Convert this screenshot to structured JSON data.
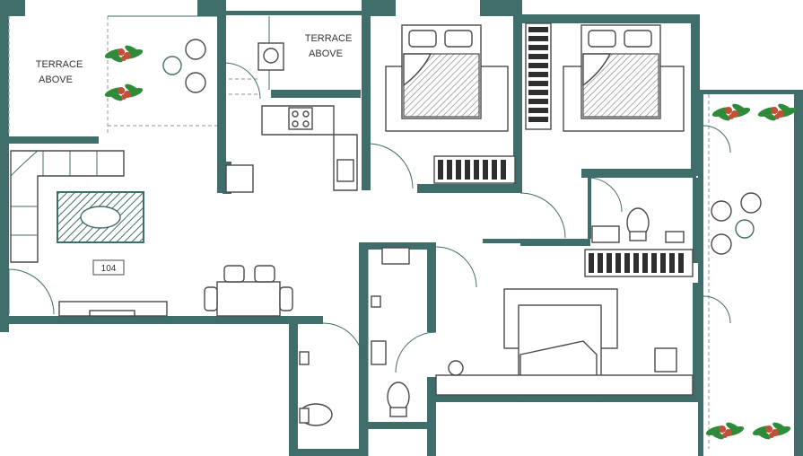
{
  "plan": {
    "terrace_left_label": [
      "TERRACE",
      "ABOVE"
    ],
    "terrace_top_label": [
      "TERRACE",
      "ABOVE"
    ],
    "unit_number": "104"
  },
  "colors": {
    "wall": "#3f6d6a",
    "furniture_stroke": "#4a4a4a",
    "plant_leaf": "#2f8a3a",
    "plant_flower": "#c0503a"
  }
}
